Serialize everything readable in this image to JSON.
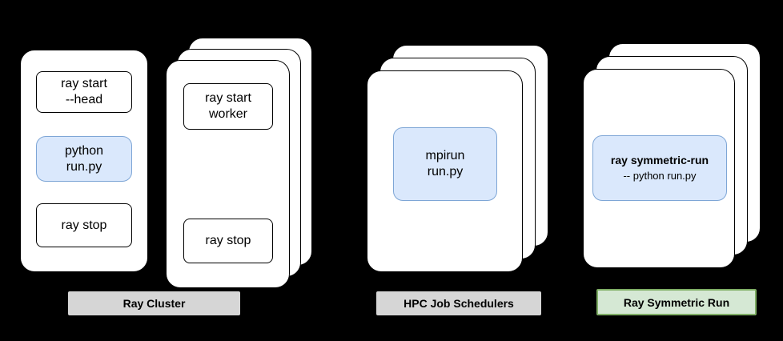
{
  "colors": {
    "background": "#000000",
    "card_fill": "#ffffff",
    "card_border": "#000000",
    "highlight_fill": "#dae8fc",
    "highlight_border": "#7ea6d6",
    "gray_badge_fill": "#d6d6d6",
    "green_badge_fill": "#d5e8d4",
    "green_badge_border": "#7fae65"
  },
  "ray_cluster": {
    "label": "Ray Cluster",
    "head": {
      "cmd_start": "ray start\n--head",
      "cmd_run": "python\nrun.py",
      "cmd_stop": "ray stop"
    },
    "workers": {
      "cmd_start": "ray start\nworker",
      "cmd_stop": "ray stop"
    }
  },
  "hpc": {
    "label": "HPC Job Schedulers",
    "cmd": "mpirun\nrun.py"
  },
  "symmetric": {
    "label": "Ray Symmetric Run",
    "cmd_title": "ray symmetric-run",
    "cmd_sub": "-- python run.py"
  }
}
